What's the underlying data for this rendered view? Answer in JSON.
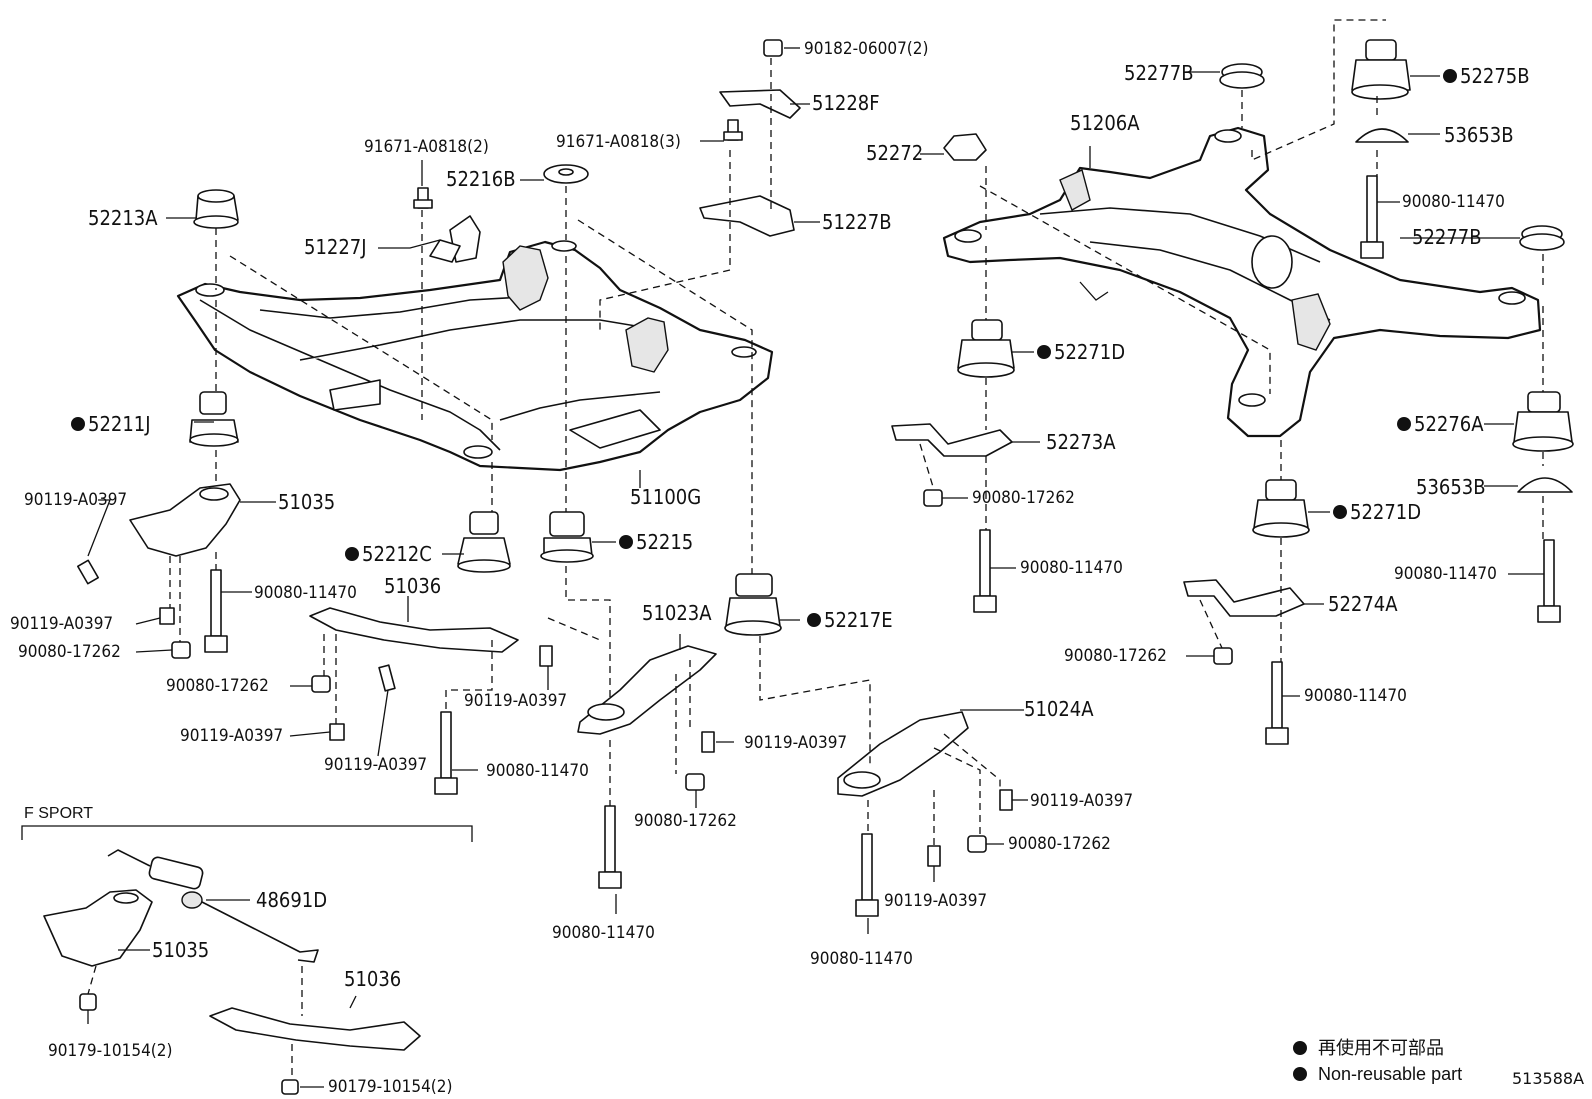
{
  "labels": {
    "p90182_06007": "90182-06007(2)",
    "p51228F": "51228F",
    "p91671_A0818_2": "91671-A0818(2)",
    "p91671_A0818_3": "91671-A0818(3)",
    "p52216B": "52216B",
    "p52213A": "52213A",
    "p51227J": "51227J",
    "p51227B": "51227B",
    "p52211J": "52211J",
    "p51035_main": "51035",
    "p90119_A0397_a": "90119-A0397",
    "p90119_A0397_b": "90119-A0397",
    "p90080_17262_a": "90080-17262",
    "p90080_11470_a": "90080-11470",
    "p52212C": "52212C",
    "p51036_main": "51036",
    "p52215": "52215",
    "p51100G": "51100G",
    "p90080_17262_b": "90080-17262",
    "p90119_A0397_c": "90119-A0397",
    "p90119_A0397_d": "90119-A0397",
    "p90080_11470_b": "90080-11470",
    "p90119_A0397_e": "90119-A0397",
    "p51023A": "51023A",
    "p90119_A0397_f": "90119-A0397",
    "p90080_17262_c": "90080-17262",
    "p90080_11470_c": "90080-11470",
    "p52217E": "52217E",
    "p51024A": "51024A",
    "p90119_A0397_g": "90119-A0397",
    "p90080_17262_d": "90080-17262",
    "p90119_A0397_h": "90119-A0397",
    "p90080_11470_d": "90080-11470",
    "p52277B_top": "52277B",
    "p52275B": "52275B",
    "p51206A": "51206A",
    "p52272": "52272",
    "p53653B_top": "53653B",
    "p90080_11470_e": "90080-11470",
    "p52277B_mid": "52277B",
    "p52271D_a": "52271D",
    "p52273A": "52273A",
    "p90080_17262_e": "90080-17262",
    "p90080_11470_f": "90080-11470",
    "p52276A": "52276A",
    "p53653B_bot": "53653B",
    "p52271D_b": "52271D",
    "p90080_11470_g": "90080-11470",
    "p52274A": "52274A",
    "p90080_17262_f": "90080-17262",
    "p90080_11470_h": "90080-11470",
    "fs_48691D": "48691D",
    "fs_51035": "51035",
    "fs_51036": "51036",
    "fs_90179_a": "90179-10154(2)",
    "fs_90179_b": "90179-10154(2)"
  },
  "section": {
    "f_sport": "F SPORT"
  },
  "legend": {
    "line1": "再使用不可部品",
    "line2": "Non-reusable part"
  },
  "doc_id": "513588A"
}
